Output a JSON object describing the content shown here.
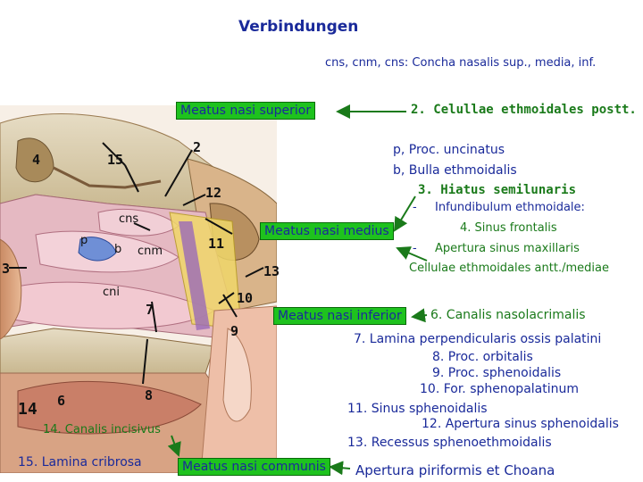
{
  "title": "Verbindungen",
  "subtitle": "cns, cnm, cns: Concha nasalis sup., media, inf.",
  "meatus": {
    "superior": "Meatus nasi superior",
    "medius": "Meatus nasi medius",
    "inferior": "Meatus nasi inferior",
    "communis": "Meatus nasi communis"
  },
  "right": {
    "r2": "2.  Celullae ethmoidales postt.",
    "p": "p, Proc. uncinatus",
    "b": "b, Bulla ethmoidalis",
    "r3": "3.   Hiatus semilunaris",
    "dash1": "-",
    "infund": "Infundibulum ethmoidale:",
    "r4": "4. Sinus frontalis",
    "dash2": "-",
    "apert": "Apertura sinus maxillaris",
    "antt": "Cellulae ethmoidales antt./mediae",
    "r6": "6. Canalis nasolacrimalis",
    "r7": "7. Lamina perpendicularis ossis palatini",
    "r8": "8. Proc. orbitalis",
    "r9": "9. Proc. sphenoidalis",
    "r10": "10. For. sphenopalatinum",
    "r11": "11. Sinus sphenoidalis",
    "r12": "12. Apertura sinus sphenoidalis",
    "r13": "13. Recessus sphenoethmoidalis",
    "piri": "Apertura piriformis et Choana"
  },
  "left": {
    "r14": "14. Canalis incisivus",
    "r15": "15. Lamina cribrosa"
  },
  "figure_labels": {
    "n4": "4",
    "n15": "15",
    "n2": "2",
    "n12": "12",
    "cns": "cns",
    "p": "p",
    "b": "b",
    "cnm": "cnm",
    "n11": "11",
    "n3": "3",
    "n13": "13",
    "cni": "cni",
    "n10": "10",
    "n7": "7",
    "n9": "9",
    "n14": "14",
    "n6": "6",
    "n8": "8"
  },
  "colors": {
    "title": "#1a2a9a",
    "highlight_box": "#1ec21e",
    "arrow": "#1a7a1a",
    "right_text_green": "#1a7a1a",
    "right_text_blue": "#1a2a9a"
  }
}
